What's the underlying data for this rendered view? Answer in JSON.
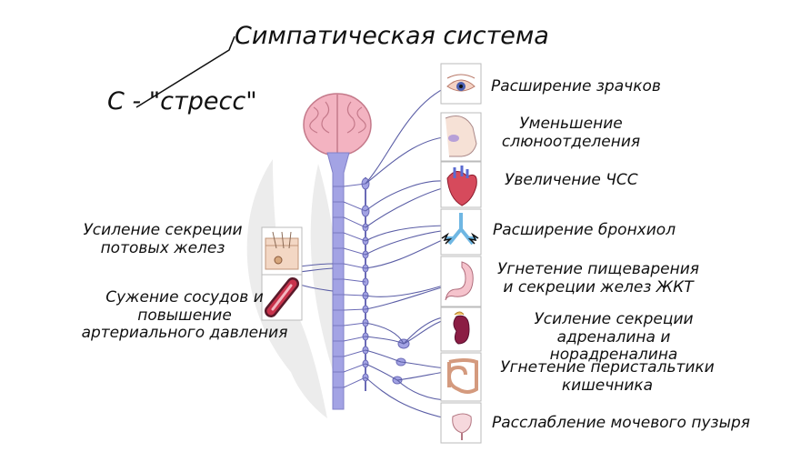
{
  "title": "Симпатическая система",
  "subtitle": "С - \"стресс\"",
  "colors": {
    "nerve": "#5b5ea6",
    "spine": "#9e9ee0",
    "brain": "#f4b8c4",
    "organ_red": "#c8324b"
  },
  "effects_right": [
    {
      "icon": "eye-icon",
      "text": "Расширение зрачков"
    },
    {
      "icon": "salivary-gland-icon",
      "text": "Уменьшение\nслюноотделения"
    },
    {
      "icon": "heart-icon",
      "text": "Увеличение ЧСС"
    },
    {
      "icon": "lungs-bronchi-icon",
      "text": "Расширение бронхиол"
    },
    {
      "icon": "stomach-icon",
      "text": "Угнетение пищеварения\nи секреции желез ЖКТ"
    },
    {
      "icon": "adrenal-kidney-icon",
      "text": "Усиление секреции\nадреналина и норадреналина"
    },
    {
      "icon": "intestine-icon",
      "text": "Угнетение перистальтики\nкишечника"
    },
    {
      "icon": "bladder-icon",
      "text": "Расслабление мочевого пузыря"
    }
  ],
  "effects_left": [
    {
      "icon": "skin-gland-icon",
      "text": "Усиление секреции\nпотовых желез"
    },
    {
      "icon": "blood-vessel-icon",
      "text": "Сужение сосудов и\nповышение\nартериального давления"
    }
  ]
}
